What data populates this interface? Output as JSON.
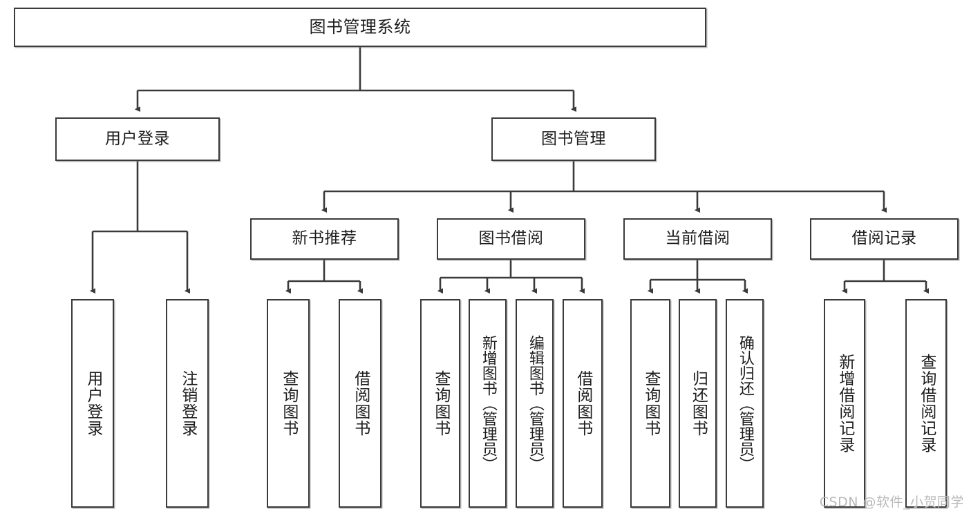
{
  "diagram": {
    "title": "图书管理系统",
    "type": "tree",
    "watermark": "CSDN @软件_小贺同学",
    "colors": {
      "box_border": "#3a3a3a",
      "box_fill": "#ffffff",
      "edge": "#3a3a3a",
      "text": "#1d1d1d",
      "watermark": "#b9b9b9"
    },
    "nodes": {
      "root": {
        "label": "图书管理系统"
      },
      "level2": [
        {
          "label": "用户登录"
        },
        {
          "label": "图书管理"
        }
      ],
      "level3": [
        {
          "label": "新书推荐"
        },
        {
          "label": "图书借阅"
        },
        {
          "label": "当前借阅"
        },
        {
          "label": "借阅记录"
        }
      ],
      "leaves": {
        "user_login": [
          {
            "label": "用户登录"
          },
          {
            "label": "注销登录"
          }
        ],
        "new_book_recommend": [
          {
            "label": "查询图书"
          },
          {
            "label": "借阅图书"
          }
        ],
        "book_borrow": [
          {
            "label": "查询图书"
          },
          {
            "label": "新增图书（管理员）"
          },
          {
            "label": "编辑图书（管理员）"
          },
          {
            "label": "借阅图书"
          }
        ],
        "current_borrow": [
          {
            "label": "查询图书"
          },
          {
            "label": "归还图书"
          },
          {
            "label": "确认归还（管理员）"
          }
        ],
        "borrow_record": [
          {
            "label": "新增借阅记录"
          },
          {
            "label": "查询借阅记录"
          }
        ]
      }
    }
  }
}
